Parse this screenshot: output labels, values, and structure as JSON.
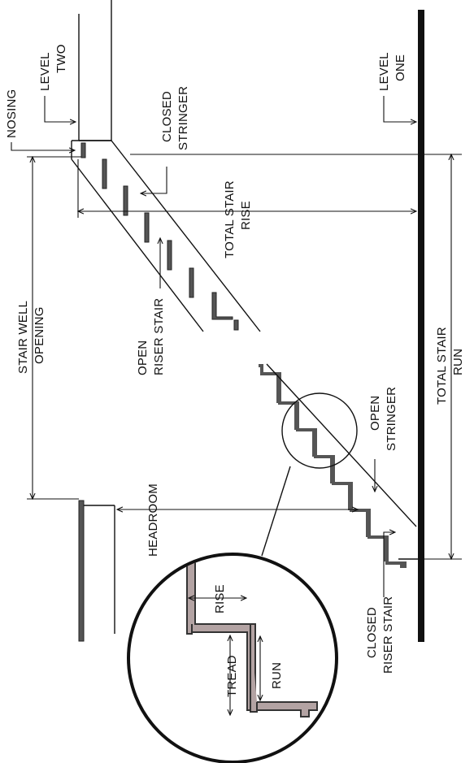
{
  "labels": {
    "nosing": "NOSING",
    "level_two_line1": "LEVEL",
    "level_two_line2": "TWO",
    "closed_stringer_line1": "CLOSED",
    "closed_stringer_line2": "STRINGER",
    "level_one_line1": "LEVEL",
    "level_one_line2": "ONE",
    "total_stair_rise_line1": "TOTAL STAIR",
    "total_stair_rise_line2": "RISE",
    "stair_well_opening_line1": "STAIR WELL",
    "stair_well_opening_line2": "OPENING",
    "open_riser_stair_line1": "OPEN",
    "open_riser_stair_line2": "RISER STAIR",
    "total_stair_run_line1": "TOTAL STAIR",
    "total_stair_run_line2": "RUN",
    "open_stringer_line1": "OPEN",
    "open_stringer_line2": "STRINGER",
    "headroom": "HEADROOM",
    "closed_riser_stair_line1": "CLOSED",
    "closed_riser_stair_line2": "RISER STAIR",
    "rise": "RISE",
    "tread": "TREAD",
    "run": "RUN"
  },
  "colors": {
    "ink": "#111111",
    "tread_fill": "#555555",
    "detail_fill": "#b3a3a3"
  }
}
